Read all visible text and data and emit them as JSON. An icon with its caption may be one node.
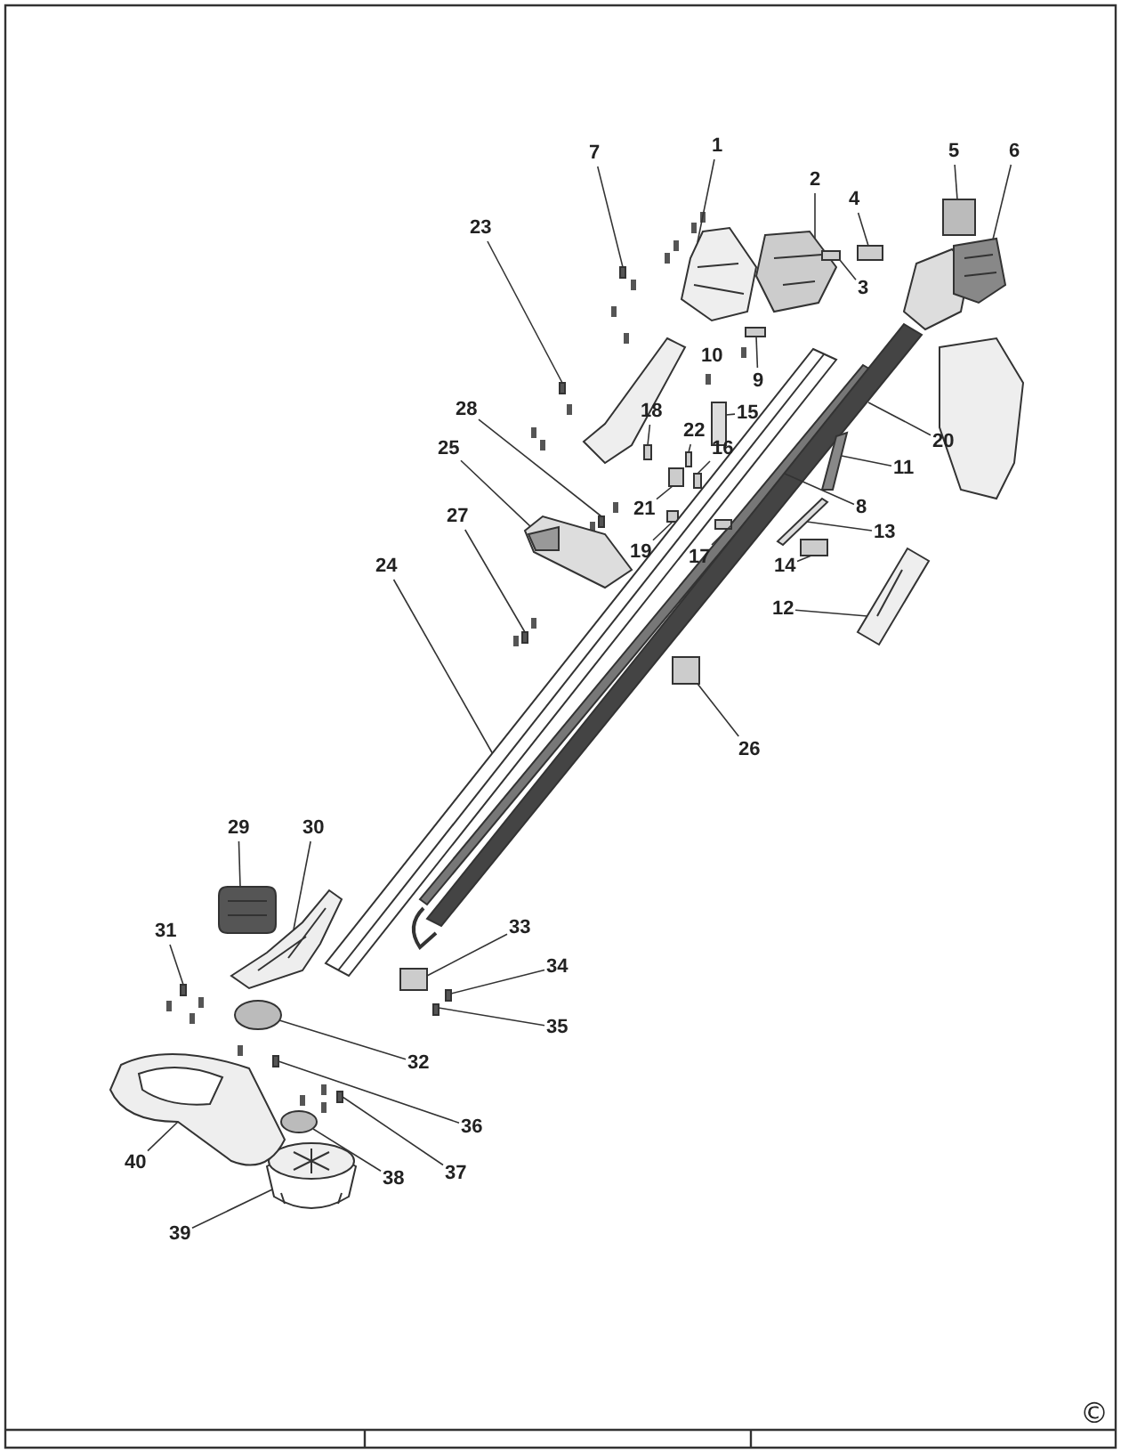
{
  "diagram": {
    "nodes": [
      {
        "text": [
          "1"
        ]
      },
      {
        "text": [
          "2"
        ]
      },
      {
        "text": [
          "3"
        ]
      },
      {
        "text": [
          "4"
        ]
      },
      {
        "text": [
          "5"
        ]
      },
      {
        "text": [
          "6"
        ]
      },
      {
        "text": [
          "7"
        ]
      },
      {
        "text": [
          "8"
        ]
      },
      {
        "text": [
          "9"
        ]
      },
      {
        "text": [
          "10"
        ]
      },
      {
        "text": [
          "11"
        ]
      },
      {
        "text": [
          "12"
        ]
      },
      {
        "text": [
          "13"
        ]
      },
      {
        "text": [
          "14"
        ]
      },
      {
        "text": [
          "15"
        ]
      },
      {
        "text": [
          "16"
        ]
      },
      {
        "text": [
          "17"
        ]
      },
      {
        "text": [
          "18"
        ]
      },
      {
        "text": [
          "19"
        ]
      },
      {
        "text": [
          "20"
        ]
      },
      {
        "text": [
          "21"
        ]
      },
      {
        "text": [
          "22"
        ]
      },
      {
        "text": [
          "23"
        ]
      },
      {
        "text": [
          "24"
        ]
      },
      {
        "text": [
          "25"
        ]
      },
      {
        "text": [
          "26"
        ]
      },
      {
        "text": [
          "27"
        ]
      },
      {
        "text": [
          "28"
        ]
      },
      {
        "text": [
          "29"
        ]
      },
      {
        "text": [
          "30"
        ]
      },
      {
        "text": [
          "31"
        ]
      },
      {
        "text": [
          "32"
        ]
      },
      {
        "text": [
          "33"
        ]
      },
      {
        "text": [
          "34"
        ]
      },
      {
        "text": [
          "35"
        ]
      },
      {
        "text": [
          "36"
        ]
      },
      {
        "text": [
          "37"
        ]
      },
      {
        "text": [
          "38"
        ]
      },
      {
        "text": [
          "39"
        ]
      },
      {
        "text": [
          "40"
        ]
      },
      {
        "text": [],
        "shape": "picture"
      },
      {
        "text": [],
        "shape": "picture"
      },
      {
        "text": [],
        "shape": "box"
      },
      {
        "text": [],
        "shape": "box"
      },
      {
        "text": [],
        "shape": "box"
      },
      {
        "text": [],
        "shape": "picture"
      },
      {
        "text": [],
        "shape": "box"
      },
      {
        "text": [],
        "shape": "bar"
      },
      {
        "text": [],
        "shape": "box"
      },
      {
        "text": [],
        "shape": "bar"
      },
      {
        "text": [],
        "shape": "picture"
      },
      {
        "text": [],
        "shape": "bar"
      },
      {
        "text": [],
        "shape": "box"
      },
      {
        "text": [],
        "shape": "box"
      },
      {
        "text": [],
        "shape": "box"
      },
      {
        "text": [],
        "shape": "box"
      },
      {
        "text": [],
        "shape": "box"
      },
      {
        "text": [],
        "shape": "box"
      },
      {
        "text": [],
        "shape": "box"
      },
      {
        "text": [],
        "shape": "box"
      },
      {
        "text": [],
        "shape": "box"
      },
      {
        "text": [],
        "shape": "bar"
      },
      {
        "text": [],
        "shape": "picture"
      },
      {
        "text": [],
        "shape": "box"
      },
      {
        "text": [],
        "shape": "box"
      },
      {
        "text": [],
        "shape": "box"
      },
      {
        "text": [],
        "shape": "picture"
      },
      {
        "text": [],
        "shape": "picture"
      },
      {
        "text": [],
        "shape": "box"
      },
      {
        "text": [],
        "shape": "circle"
      },
      {
        "text": [],
        "shape": "box"
      },
      {
        "text": [],
        "shape": "box"
      },
      {
        "text": [],
        "shape": "box"
      },
      {
        "text": [],
        "shape": "box"
      },
      {
        "text": [],
        "shape": "box"
      },
      {
        "text": [],
        "shape": "circle"
      },
      {
        "text": [],
        "shape": "picture"
      },
      {
        "text": [],
        "shape": "picture"
      }
    ],
    "edges": [
      {
        "from": 0,
        "to": 40,
        "arrow": "none"
      },
      {
        "from": 1,
        "to": 41,
        "arrow": "none"
      },
      {
        "from": 2,
        "to": 42,
        "arrow": "none"
      },
      {
        "from": 3,
        "to": 43,
        "arrow": "none"
      },
      {
        "from": 4,
        "to": 44,
        "arrow": "none"
      },
      {
        "from": 5,
        "to": 45,
        "arrow": "none"
      },
      {
        "from": 6,
        "to": 46,
        "arrow": "none"
      },
      {
        "from": 7,
        "to": 47,
        "arrow": "none"
      },
      {
        "from": 8,
        "to": 48,
        "arrow": "none"
      },
      {
        "from": 10,
        "to": 49,
        "arrow": "none"
      },
      {
        "from": 11,
        "to": 50,
        "arrow": "none"
      },
      {
        "from": 12,
        "to": 51,
        "arrow": "none"
      },
      {
        "from": 13,
        "to": 52,
        "arrow": "none"
      },
      {
        "from": 14,
        "to": 53,
        "arrow": "none"
      },
      {
        "from": 15,
        "to": 54,
        "arrow": "none"
      },
      {
        "from": 16,
        "to": 55,
        "arrow": "none"
      },
      {
        "from": 17,
        "to": 56,
        "arrow": "none"
      },
      {
        "from": 18,
        "to": 57,
        "arrow": "none"
      },
      {
        "from": 19,
        "to": 47,
        "arrow": "none"
      },
      {
        "from": 20,
        "to": 58,
        "arrow": "none"
      },
      {
        "from": 21,
        "to": 59,
        "arrow": "none"
      },
      {
        "from": 22,
        "to": 60,
        "arrow": "none"
      },
      {
        "from": 23,
        "to": 61,
        "arrow": "none"
      },
      {
        "from": 24,
        "to": 62,
        "arrow": "none"
      },
      {
        "from": 25,
        "to": 63,
        "arrow": "none"
      },
      {
        "from": 26,
        "to": 64,
        "arrow": "none"
      },
      {
        "from": 27,
        "to": 65,
        "arrow": "none"
      },
      {
        "from": 28,
        "to": 66,
        "arrow": "none"
      },
      {
        "from": 29,
        "to": 67,
        "arrow": "none"
      },
      {
        "from": 30,
        "to": 68,
        "arrow": "none"
      },
      {
        "from": 31,
        "to": 69,
        "arrow": "none"
      },
      {
        "from": 32,
        "to": 70,
        "arrow": "none"
      },
      {
        "from": 33,
        "to": 71,
        "arrow": "none"
      },
      {
        "from": 34,
        "to": 72,
        "arrow": "none"
      },
      {
        "from": 35,
        "to": 73,
        "arrow": "none"
      },
      {
        "from": 36,
        "to": 74,
        "arrow": "none"
      },
      {
        "from": 37,
        "to": 75,
        "arrow": "none"
      },
      {
        "from": 38,
        "to": 76,
        "arrow": "none"
      },
      {
        "from": 39,
        "to": 77,
        "arrow": "none"
      }
    ],
    "labels": [
      "©"
    ]
  }
}
